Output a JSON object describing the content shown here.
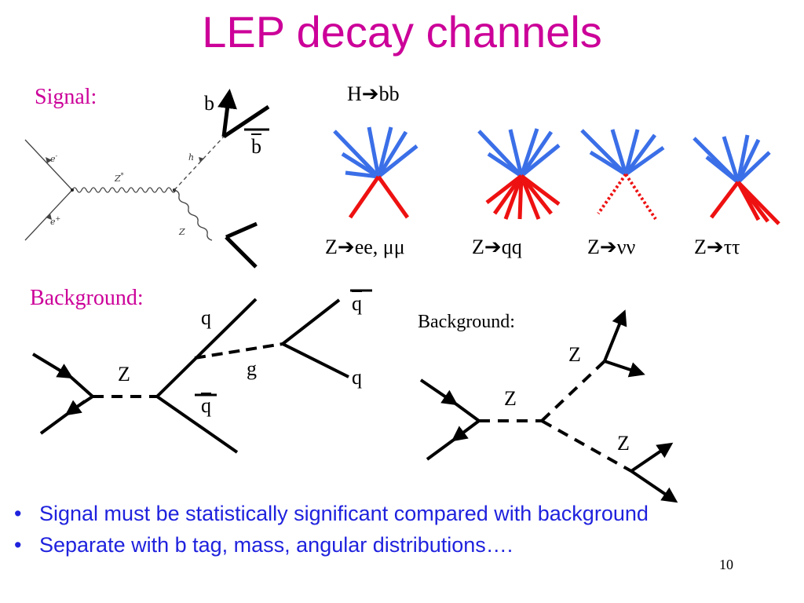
{
  "title": "LEP decay channels",
  "signal": {
    "label": "Signal:",
    "b_top": "b",
    "b_bar": "b",
    "feyn_e_minus": "e",
    "feyn_e_minus_sup": "-",
    "feyn_e_plus": "e",
    "feyn_e_plus_sup": "+",
    "feyn_zstar": "Z",
    "feyn_zstar_sup": "*",
    "feyn_h": "h",
    "feyn_z": "Z"
  },
  "hbb": {
    "prefix": "H",
    "arrow": "➔",
    "suffix": "bb"
  },
  "channels": [
    {
      "z": "Z",
      "arrow": "➔",
      "decay": "ee, μμ"
    },
    {
      "z": "Z",
      "arrow": "➔",
      "decay": "qq"
    },
    {
      "z": "Z",
      "arrow": "➔",
      "decay": "νν"
    },
    {
      "z": "Z",
      "arrow": "➔",
      "decay": "ττ"
    }
  ],
  "background1": {
    "label": "Background:",
    "q_top": "q",
    "q_bar_left": "q",
    "z": "Z",
    "g": "g",
    "q_right_top": "q",
    "q_right_bottom": "q"
  },
  "background2": {
    "label": "Background:",
    "z_center": "Z",
    "z_upper": "Z",
    "z_lower": "Z"
  },
  "bullets": [
    "Signal must be statistically significant compared with background",
    "Separate with b tag, mass, angular distributions…."
  ],
  "page_number": "10",
  "colors": {
    "title": "#cc0099",
    "bullets": "#1f22dd",
    "jet_blue": "#3b6fe8",
    "jet_red": "#ee1111"
  }
}
